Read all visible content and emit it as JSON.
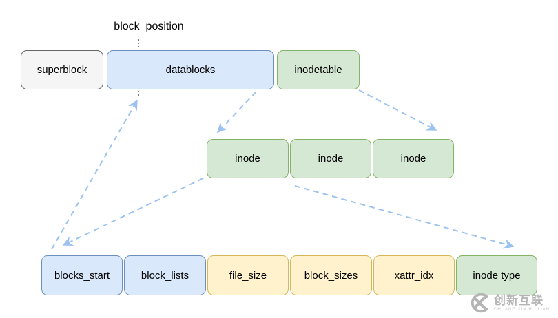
{
  "diagram": {
    "block_position_label": "block  position",
    "top_row": [
      {
        "label": "superblock",
        "color": "gray"
      },
      {
        "label": "datablocks",
        "color": "blue"
      },
      {
        "label": "inodetable",
        "color": "green"
      }
    ],
    "inode_row": [
      {
        "label": "inode"
      },
      {
        "label": "inode"
      },
      {
        "label": "inode"
      }
    ],
    "fields_row": [
      {
        "label": "blocks_start",
        "color": "blue"
      },
      {
        "label": "block_lists",
        "color": "blue"
      },
      {
        "label": "file_size",
        "color": "yellow"
      },
      {
        "label": "block_sizes",
        "color": "yellow"
      },
      {
        "label": "xattr_idx",
        "color": "yellow"
      },
      {
        "label": "inode type",
        "color": "green"
      }
    ],
    "connections": [
      {
        "from": "blocks_start",
        "to": "datablocks block position"
      },
      {
        "from": "inode-1",
        "to": "blocks_start"
      },
      {
        "from": "datablocks",
        "to": "inode-1"
      },
      {
        "from": "inodetable",
        "to": "inode-3"
      },
      {
        "from": "inode-2",
        "to": "inode type"
      }
    ],
    "colors": {
      "box_gray_fill": "#f5f5f5",
      "box_gray_border": "#666666",
      "box_blue_fill": "#dae8fc",
      "box_blue_border": "#6c8ebf",
      "box_green_fill": "#d5e8d4",
      "box_green_border": "#82b366",
      "box_yellow_fill": "#fff2cc",
      "box_yellow_border": "#d6b656",
      "arrow_blue": "#9cc3f0",
      "dotted_line": "#000000"
    }
  },
  "watermark": {
    "cn": "创新互联",
    "en": "CHUANG XIN HU LIAN"
  }
}
